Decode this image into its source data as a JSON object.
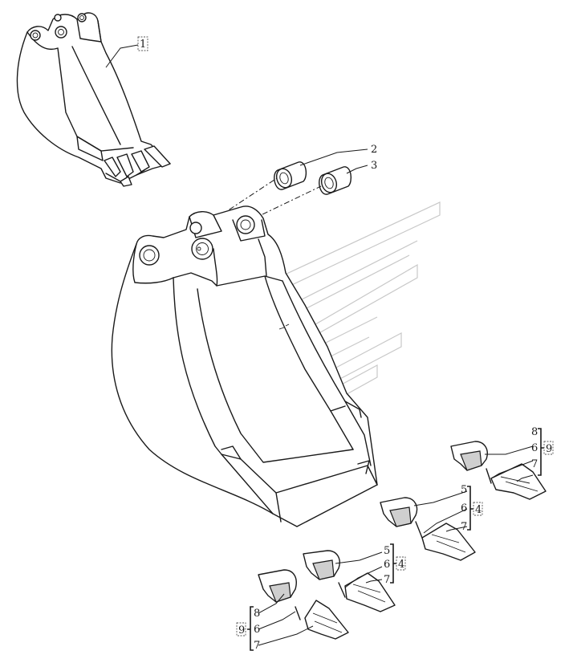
{
  "callouts": {
    "c1": "1",
    "c2": "2",
    "c3": "3",
    "g1": {
      "a": "8",
      "b": "6",
      "c": "7",
      "ref": "9"
    },
    "g2": {
      "a": "5",
      "b": "6",
      "c": "7",
      "ref": "4"
    },
    "g3": {
      "a": "5",
      "b": "6",
      "c": "7",
      "ref": "4"
    },
    "g4": {
      "a": "8",
      "b": "6",
      "c": "7",
      "ref": "9"
    }
  },
  "colors": {
    "line": "#1a1a1a",
    "watermark": "#c8c8c8",
    "shade": "#cfcfcf"
  }
}
